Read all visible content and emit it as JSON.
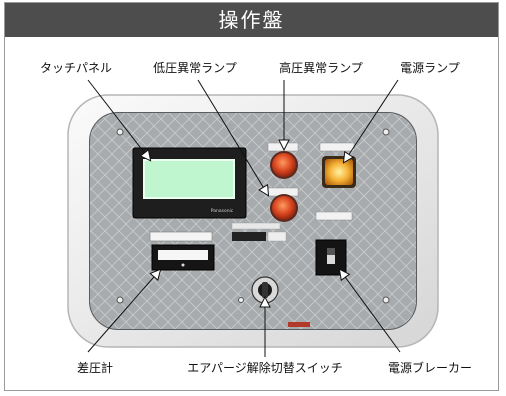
{
  "header": {
    "title": "操作盤"
  },
  "labels": {
    "touch_panel": "タッチパネル",
    "low_pressure_lamp": "低圧異常ランプ",
    "high_pressure_lamp": "高圧異常ランプ",
    "power_lamp": "電源ランプ",
    "differential_pressure_gauge": "差圧計",
    "air_purge_switch": "エアパージ解除切替スイッチ",
    "power_breaker": "電源ブレーカー"
  },
  "panel": {
    "brand": "Panasonic"
  },
  "colors": {
    "header_bg": "#4d4d4d",
    "lamp_red": "#d8451f",
    "lamp_power": "#f5b236",
    "screen": "#bff5cf"
  }
}
